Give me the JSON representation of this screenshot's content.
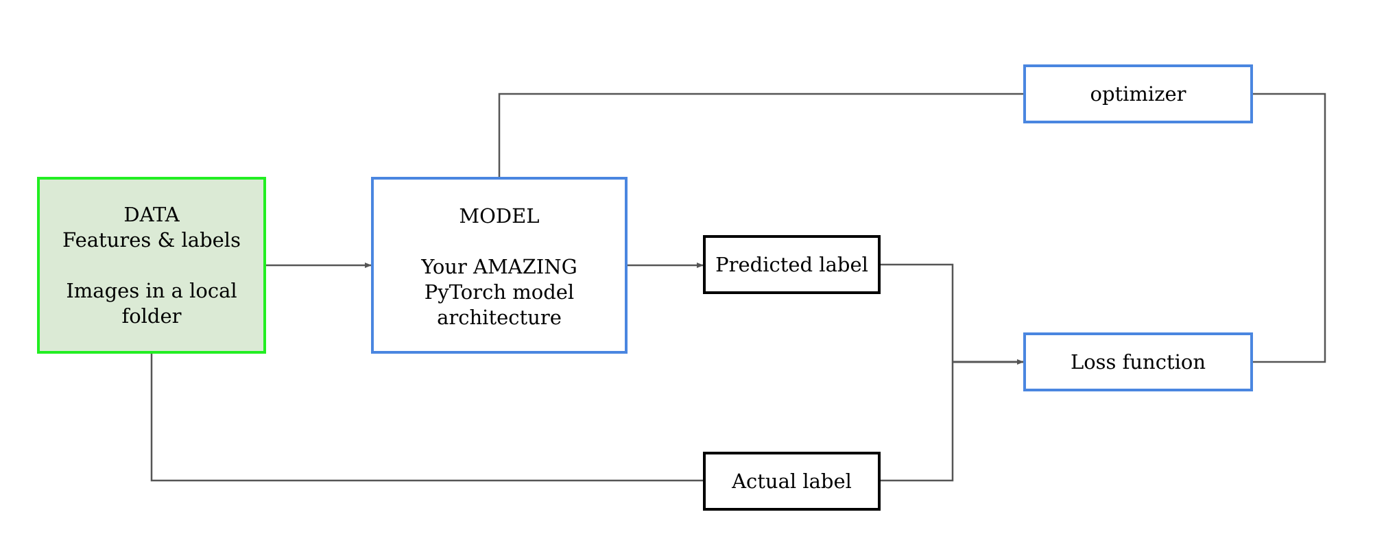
{
  "diagram": {
    "nodes": {
      "data": {
        "lines": [
          "DATA",
          "Features & labels",
          "",
          "Images in a local",
          "folder"
        ],
        "border_color": "#22ee22",
        "fill_color": "#dbead5"
      },
      "model": {
        "lines": [
          "MODEL",
          "",
          "Your AMAZING",
          "PyTorch model",
          "architecture"
        ],
        "border_color": "#4a86e0"
      },
      "predicted_label": {
        "lines": [
          "Predicted label"
        ],
        "border_color": "#000000"
      },
      "actual_label": {
        "lines": [
          "Actual label"
        ],
        "border_color": "#000000"
      },
      "optimizer": {
        "lines": [
          "optimizer"
        ],
        "border_color": "#4a86e0"
      },
      "loss_function": {
        "lines": [
          "Loss function"
        ],
        "border_color": "#4a86e0"
      }
    },
    "connector_color": "#555555"
  }
}
